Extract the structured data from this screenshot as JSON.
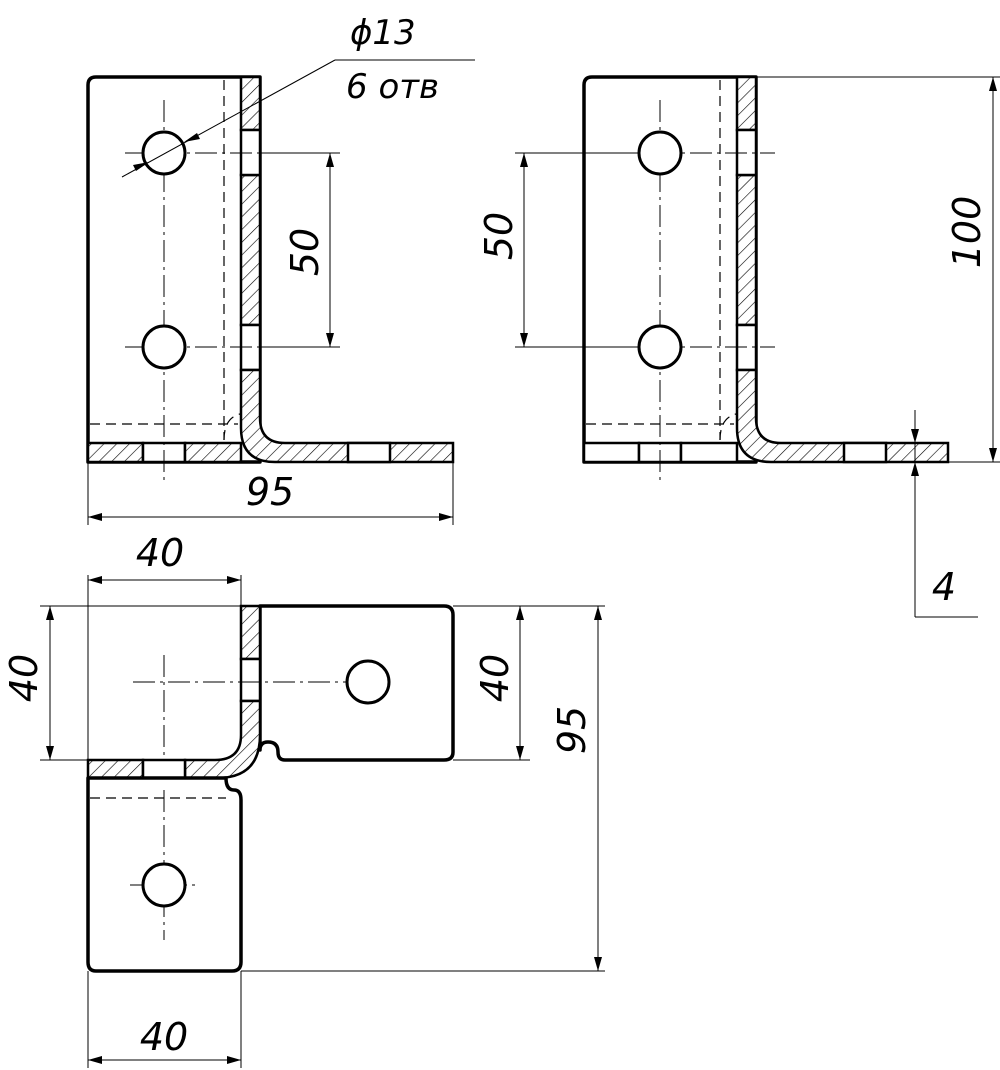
{
  "dimensions": {
    "hole_diameter": "ϕ13",
    "hole_count": "6 отв",
    "front_hole_spacing": "50",
    "front_width": "95",
    "side_hole_spacing": "50",
    "side_height": "100",
    "thickness": "4",
    "top_width_left": "40",
    "top_height_left": "40",
    "top_flange_height": "40",
    "top_overall": "95",
    "top_bottom_width": "40"
  }
}
